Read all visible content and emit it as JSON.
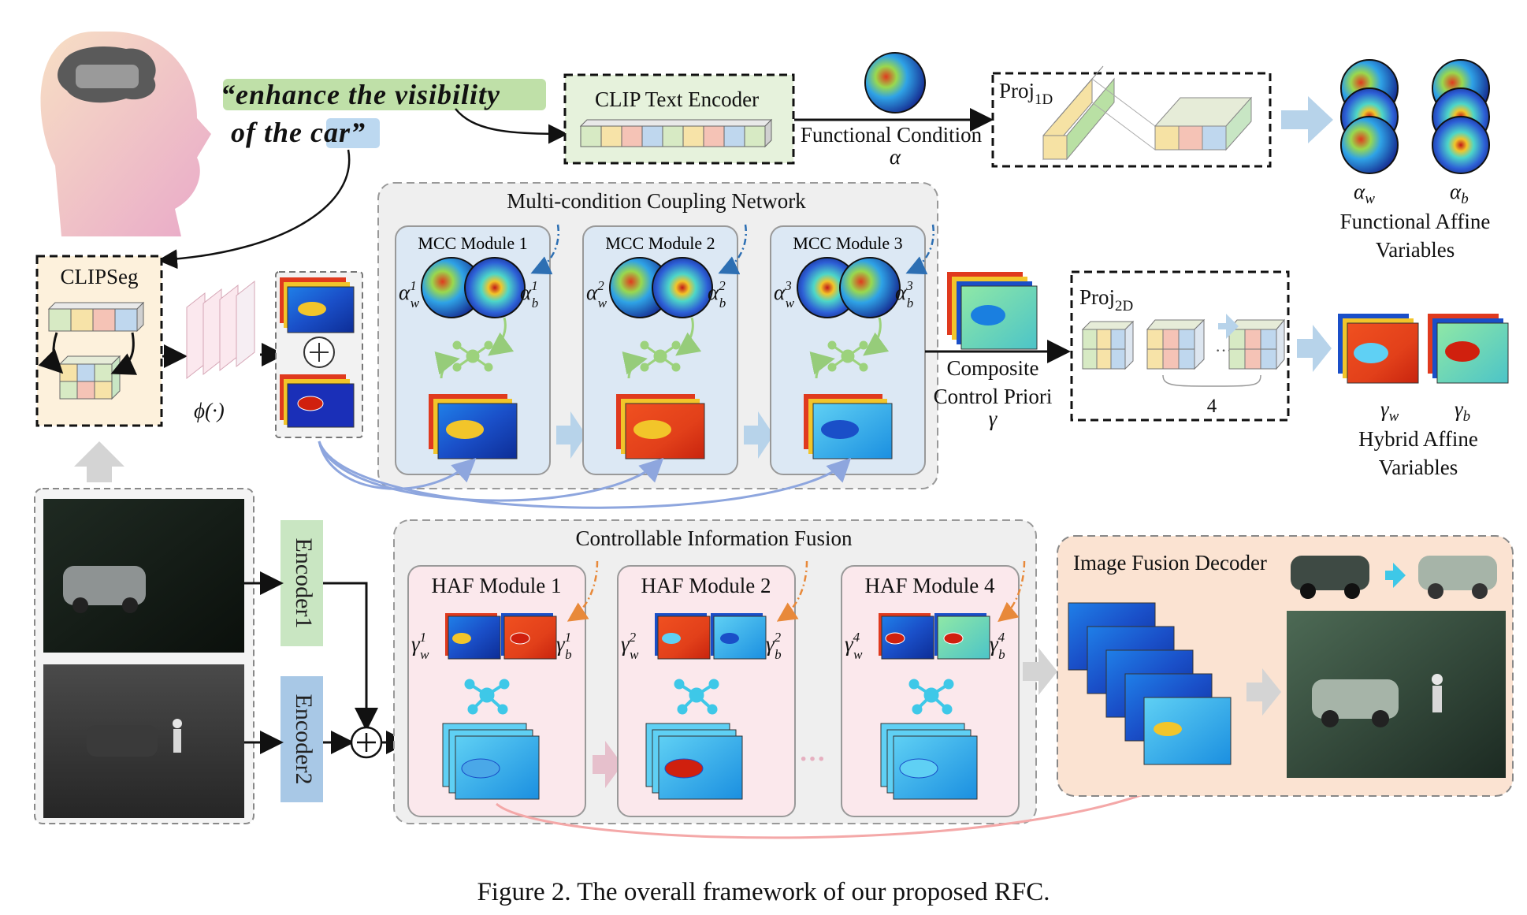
{
  "quote": {
    "line1": "“enhance the visibility",
    "line2_pre": "of the ",
    "line2_word": "car",
    "line2_post": "”"
  },
  "clip_text_encoder": {
    "label": "CLIP Text Encoder"
  },
  "functional_condition": {
    "label": "Functional Condition",
    "symbol": "α"
  },
  "proj1d": {
    "label": "Proj",
    "sub": "1D"
  },
  "functional_affine": {
    "alpha_w": "α",
    "alpha_w_sub": "w",
    "alpha_b": "α",
    "alpha_b_sub": "b",
    "line1": "Functional Affine",
    "line2": "Variables"
  },
  "clipseg": {
    "label": "CLIPSeg"
  },
  "phi": {
    "label": "ϕ(·)"
  },
  "mcc_network": {
    "title": "Multi-condition Coupling Network",
    "modules": [
      {
        "title": "MCC Module 1",
        "aw_sup": "1",
        "ab_sup": "1"
      },
      {
        "title": "MCC Module 2",
        "aw_sup": "2",
        "ab_sup": "2"
      },
      {
        "title": "MCC Module 3",
        "aw_sup": "3",
        "ab_sup": "3"
      }
    ]
  },
  "composite": {
    "line1": "Composite",
    "line2": "Control Priori",
    "symbol": "γ"
  },
  "proj2d": {
    "label": "Proj",
    "sub": "2D",
    "count": "4"
  },
  "hybrid_affine": {
    "gamma_w": "γ",
    "gamma_w_sub": "w",
    "gamma_b": "γ",
    "gamma_b_sub": "b",
    "line1": "Hybrid Affine",
    "line2": "Variables"
  },
  "encoders": {
    "enc1": "Encoder1",
    "enc2": "Encoder2"
  },
  "cif": {
    "title": "Controllable Information Fusion",
    "modules": [
      {
        "title": "HAF Module 1",
        "gw_sup": "1",
        "gb_sup": "1"
      },
      {
        "title": "HAF Module 2",
        "gw_sup": "2",
        "gb_sup": "2"
      },
      {
        "title": "HAF Module 4",
        "gw_sup": "4",
        "gb_sup": "4"
      }
    ]
  },
  "decoder": {
    "title": "Image Fusion Decoder"
  },
  "caption": "Figure 2. The overall framework of our proposed RFC.",
  "colors": {
    "green_box": "#e6f2dc",
    "orange_box": "#fdf1dc",
    "gray_panel": "#efefef",
    "blue_module": "#dce8f4",
    "pink_module": "#fbe8ec",
    "decoder_bg": "#fbe3d2",
    "enc1_fill": "#c9e6c2",
    "enc2_fill": "#a8c8e6",
    "flow_arrow": "#b7d3ea",
    "gray_arrow": "#d4d4d4"
  }
}
